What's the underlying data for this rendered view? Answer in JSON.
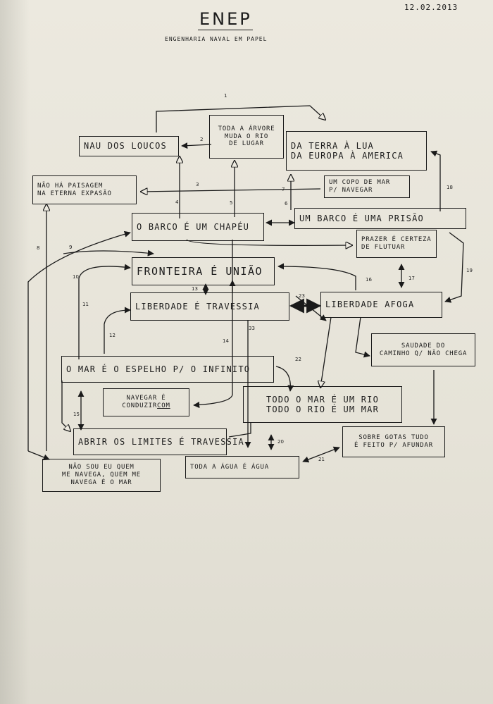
{
  "header": {
    "date": "12.02.2013",
    "title": "ENEP",
    "subtitle": "ENGENHARIA NAVAL EM PAPEL"
  },
  "nodes": {
    "nau": "NAU DOS LOUCOS",
    "arvore": [
      "TODA A ÁRVORE",
      "MUDA O RIO",
      "DE LUGAR"
    ],
    "terra": [
      "DA TERRA À LUA",
      "DA EUROPA À AMERICA"
    ],
    "paisagem": [
      "NÃO HÁ PAISAGEM",
      "NA ETERNA EXPASÃO"
    ],
    "copo": [
      "UM COPO DE MAR",
      "P/ NAVEGAR"
    ],
    "chapeu": "O BARCO É UM CHAPÉU",
    "prisao": "UM BARCO É UMA PRISÃO",
    "prazer": [
      "PRAZER É CERTEZA",
      "DE FLUTUAR"
    ],
    "fronteira": "FRONTEIRA É UNIÃO",
    "liberdade": "LIBERDADE É TRAVESSIA",
    "afoga": "LIBERDADE AFOGA",
    "saudade": [
      "SAUDADE DO",
      "CAMINHO Q/ NÃO CHEGA"
    ],
    "espelho": "O MAR É O ESPELHO P/ O INFINITO",
    "navegar": [
      "NAVEGAR É",
      "CONDUZIR",
      "COM"
    ],
    "rio": [
      "TODO O MAR É UM RIO",
      "TODO O RIO É UM MAR"
    ],
    "limites": "ABRIR OS LIMITES É TRAVESSIA",
    "gotas": [
      "SOBRE GOTAS TUDO",
      "É FEITO P/ AFUNDAR"
    ],
    "naosou": [
      "NÃO SOU EU QUEM",
      "ME NAVEGA, QUEM ME",
      "NAVEGA É O MAR"
    ],
    "agua": "TODA A ÁGUA É ÁGUA"
  },
  "edge_numbers": [
    "1",
    "2",
    "3",
    "4",
    "5",
    "6",
    "7",
    "8",
    "9",
    "10",
    "11",
    "12",
    "13",
    "14",
    "15",
    "16",
    "17",
    "18",
    "19",
    "20",
    "21",
    "22",
    "23",
    "33"
  ]
}
